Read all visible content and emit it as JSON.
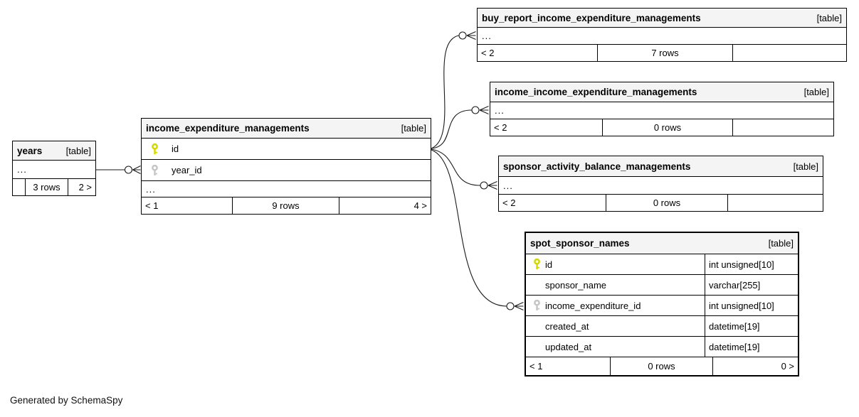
{
  "diagram": {
    "generator_note": "Generated by SchemaSpy"
  },
  "colors": {
    "header_bg": "#f4f4f4",
    "primary_key_icon": "#d6d600",
    "foreign_key_icon": "#c6c6c6",
    "relationship_line": "#1a1a1a",
    "table_border": "#000000"
  },
  "tables": {
    "years": {
      "name": "years",
      "tag": "[table]",
      "ellipsis": "...",
      "footer": {
        "parents": "",
        "rows": "3 rows",
        "children": "2 >"
      }
    },
    "income_expenditure_managements": {
      "name": "income_expenditure_managements",
      "tag": "[table]",
      "ellipsis": "...",
      "columns": [
        {
          "name": "id",
          "key": "primary"
        },
        {
          "name": "year_id",
          "key": "foreign"
        }
      ],
      "footer": {
        "parents": "< 1",
        "rows": "9 rows",
        "children": "4 >"
      }
    },
    "buy_report_income_expenditure_managements": {
      "name": "buy_report_income_expenditure_managements",
      "tag": "[table]",
      "ellipsis": "...",
      "footer": {
        "parents": "< 2",
        "rows": "7 rows",
        "children": ""
      }
    },
    "income_income_expenditure_managements": {
      "name": "income_income_expenditure_managements",
      "tag": "[table]",
      "ellipsis": "...",
      "footer": {
        "parents": "< 2",
        "rows": "0 rows",
        "children": ""
      }
    },
    "sponsor_activity_balance_managements": {
      "name": "sponsor_activity_balance_managements",
      "tag": "[table]",
      "ellipsis": "...",
      "footer": {
        "parents": "< 2",
        "rows": "0 rows",
        "children": ""
      }
    },
    "spot_sponsor_names": {
      "name": "spot_sponsor_names",
      "tag": "[table]",
      "columns": [
        {
          "name": "id",
          "type": "int unsigned[10]",
          "key": "primary"
        },
        {
          "name": "sponsor_name",
          "type": "varchar[255]",
          "key": ""
        },
        {
          "name": "income_expenditure_id",
          "type": "int unsigned[10]",
          "key": "foreign"
        },
        {
          "name": "created_at",
          "type": "datetime[19]",
          "key": ""
        },
        {
          "name": "updated_at",
          "type": "datetime[19]",
          "key": ""
        }
      ],
      "footer": {
        "parents": "< 1",
        "rows": "0 rows",
        "children": "0 >"
      }
    }
  }
}
